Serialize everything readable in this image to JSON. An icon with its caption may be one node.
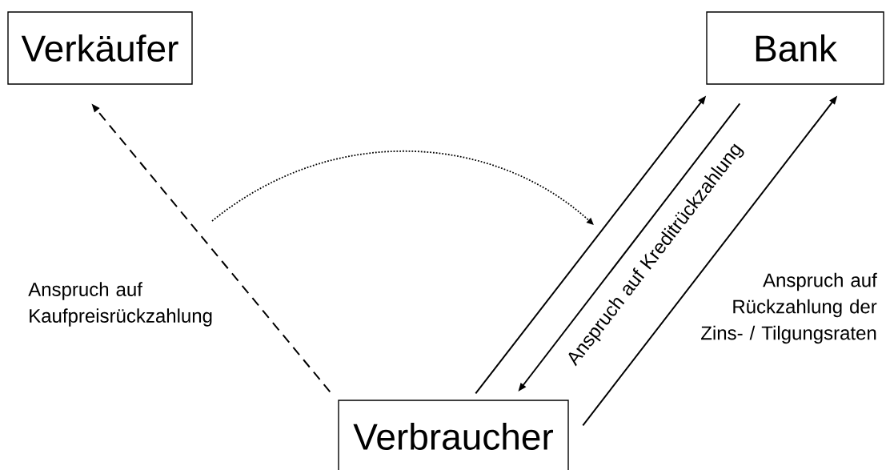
{
  "diagram": {
    "nodes": [
      {
        "text": [
          "Verkäufer"
        ]
      },
      {
        "text": [
          "Bank"
        ]
      },
      {
        "text": [
          "Verbraucher"
        ]
      }
    ],
    "edges": [
      {
        "from": 2,
        "to": 0,
        "arrow": "to",
        "style": "dashed",
        "label": "Anspruch auf Kaufpreisrückzahlung"
      },
      {
        "from": 2,
        "to": 1,
        "arrow": "to"
      },
      {
        "from": 1,
        "to": 2,
        "arrow": "to",
        "label": "Anspruch auf Kreditrückzahlung"
      },
      {
        "from": 2,
        "to": 1,
        "arrow": "to",
        "label": "Anspruch auf Rückzahlung der Zins- / Tilgungsraten"
      }
    ]
  }
}
